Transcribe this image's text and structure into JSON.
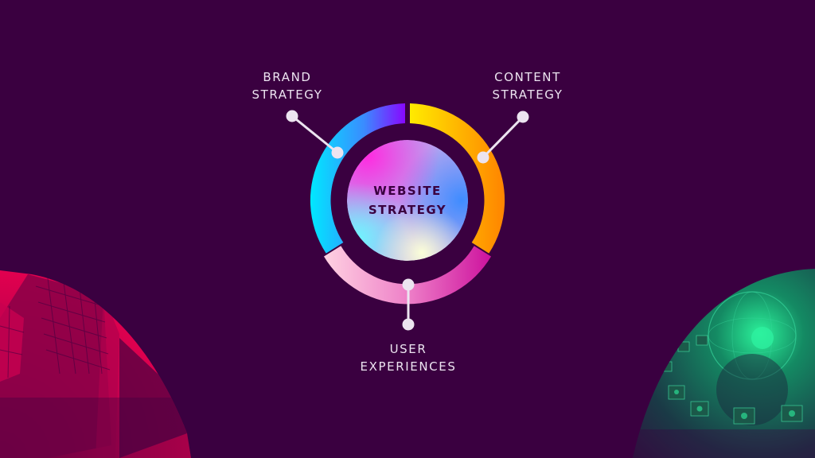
{
  "diagram": {
    "type": "segmented-ring",
    "center": {
      "title_line1": "WEBSITE",
      "title_line2": "STRATEGY"
    },
    "segments": [
      {
        "id": "brand",
        "label_line1": "BRAND",
        "label_line2": "STRATEGY",
        "gradient": [
          "#00e5ff",
          "#8a00ff"
        ],
        "position": "top-left"
      },
      {
        "id": "content",
        "label_line1": "CONTENT",
        "label_line2": "STRATEGY",
        "gradient": [
          "#ffea00",
          "#ff8a00"
        ],
        "position": "top-right"
      },
      {
        "id": "user",
        "label_line1": "USER",
        "label_line2": "EXPERIENCES",
        "gradient": [
          "#ffd0e0",
          "#d0109a"
        ],
        "position": "bottom"
      }
    ]
  },
  "colors": {
    "background": "#3a0040",
    "connector": "#ece4f0",
    "label_text": "#ece4f0",
    "center_text": "#3a0040",
    "left_photo_tint": "#e8004f",
    "right_photo_tint": "#1fd68a"
  },
  "decorations": {
    "left_image": "building-skyscraper-photo",
    "right_image": "globe-laptops-network-photo"
  }
}
